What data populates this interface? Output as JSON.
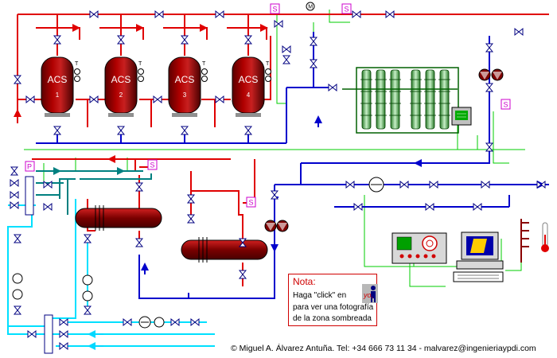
{
  "tanks": [
    {
      "label": "ACS",
      "number": "1"
    },
    {
      "label": "ACS",
      "number": "2"
    },
    {
      "label": "ACS",
      "number": "3"
    },
    {
      "label": "ACS",
      "number": "4"
    }
  ],
  "markers": {
    "s": "S",
    "p": "P",
    "m": "M",
    "t": "T"
  },
  "nota": {
    "title": "Nota:",
    "line1": "Haga \"click\" en",
    "yo": "yo,",
    "line2": "para ver una fotografía",
    "line3": "de la zona sombreada"
  },
  "footer": "© Miguel A. Álvarez Antuña. Tel: +34 666 73 11 34  -  malvarez@ingenieriaypdi.com",
  "colors": {
    "hot": "#e00000",
    "return": "#0000cc",
    "cold": "#00e0ff",
    "signal": "#00cc00",
    "teal": "#008080",
    "vessel": "#8b0000",
    "outline": "#000080"
  }
}
